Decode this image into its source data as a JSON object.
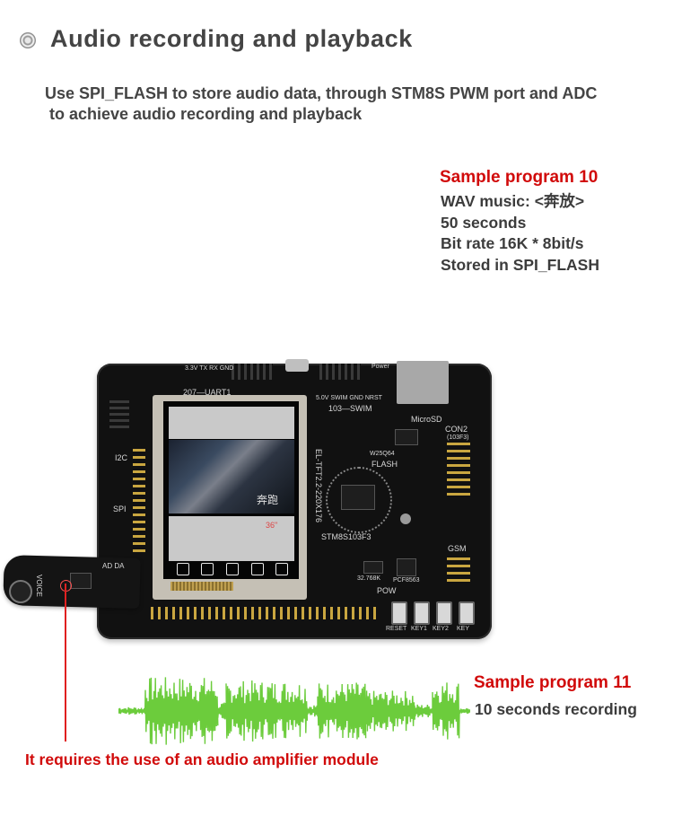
{
  "header": {
    "title": "Audio recording and playback",
    "icon": "bullet-circle-icon"
  },
  "description": {
    "line1": "Use SPI_FLASH to store audio data, through STM8S PWM port and ADC",
    "line2": "to achieve audio recording and playback"
  },
  "sample10": {
    "title": "Sample program 10",
    "lines": [
      "WAV music: <奔放>",
      "50 seconds",
      "Bit rate 16K * 8bit/s",
      "Stored in SPI_FLASH"
    ]
  },
  "sample11": {
    "title": "Sample program 11",
    "line": "10 seconds recording"
  },
  "board_labels": {
    "uart": "207—UART1",
    "uart_pins": "3.3V TX RX GND",
    "swim": "103—SWIM",
    "swim_pins": "5.0V SWIM GND NRST",
    "power": "Power",
    "microsd": "MicroSD",
    "con2": "CON2",
    "con2_sub": "(103F3)",
    "flash": "FLASH",
    "flash_chip": "W25Q64",
    "i2c": "I2C",
    "spi": "SPI",
    "stm8": "STM8S103F3",
    "gsm": "GSM",
    "pow": "POW",
    "crystal": "32.768K",
    "rtc": "PCF8563",
    "lcd_model": "EL-TFT2.2-220X176",
    "keys": [
      "RESET",
      "KEY1",
      "KEY2",
      "KEY"
    ],
    "module_label": "VOICE",
    "module_pins": "AD DA",
    "lcd_caption": "奔跑",
    "lcd_time": "36\""
  },
  "amp_note": "It requires the use of an audio amplifier module",
  "colors": {
    "accent_red": "#d10a0a",
    "waveform_green": "#6ccc3c",
    "board_black": "#111111"
  }
}
